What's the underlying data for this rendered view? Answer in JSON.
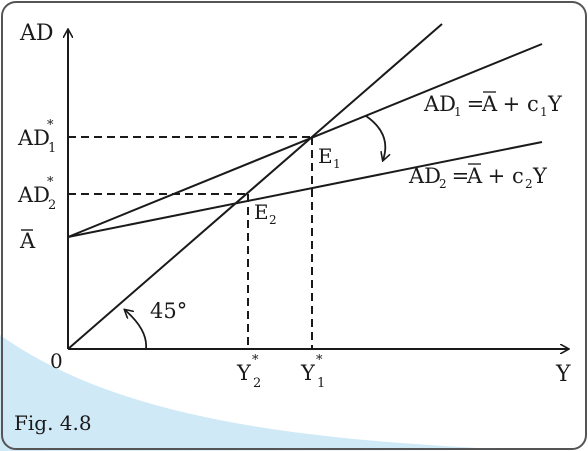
{
  "figure": {
    "caption": "Fig. 4.8",
    "band_color": "#cfe9f7",
    "frame_color": "#555555"
  },
  "axes": {
    "y_label": "AD",
    "x_label": "Y",
    "origin": "0"
  },
  "lines": {
    "ad1_label": "AD",
    "ad1_sub": "1",
    "ad1_expr_mid": " = ",
    "ad1_abar": "A",
    "ad1_plus": " + c",
    "ad1_c_sub": "1",
    "ad1_y": "Y",
    "ad2_label": "AD",
    "ad2_sub": "2",
    "ad2_expr_mid": " = ",
    "ad2_abar": "A",
    "ad2_plus": " + c",
    "ad2_c_sub": "2",
    "ad2_y": "Y"
  },
  "points": {
    "e1": "E",
    "e1_sub": "1",
    "e2": "E",
    "e2_sub": "2"
  },
  "ticks": {
    "ad1_star": "AD",
    "ad1_star_sub": "1",
    "ad2_star": "AD",
    "ad2_star_sub": "2",
    "abar": "A",
    "y1_star": "Y",
    "y1_star_sub": "1",
    "y2_star": "Y",
    "y2_star_sub": "2",
    "star": "*"
  },
  "angle_label": "45°"
}
